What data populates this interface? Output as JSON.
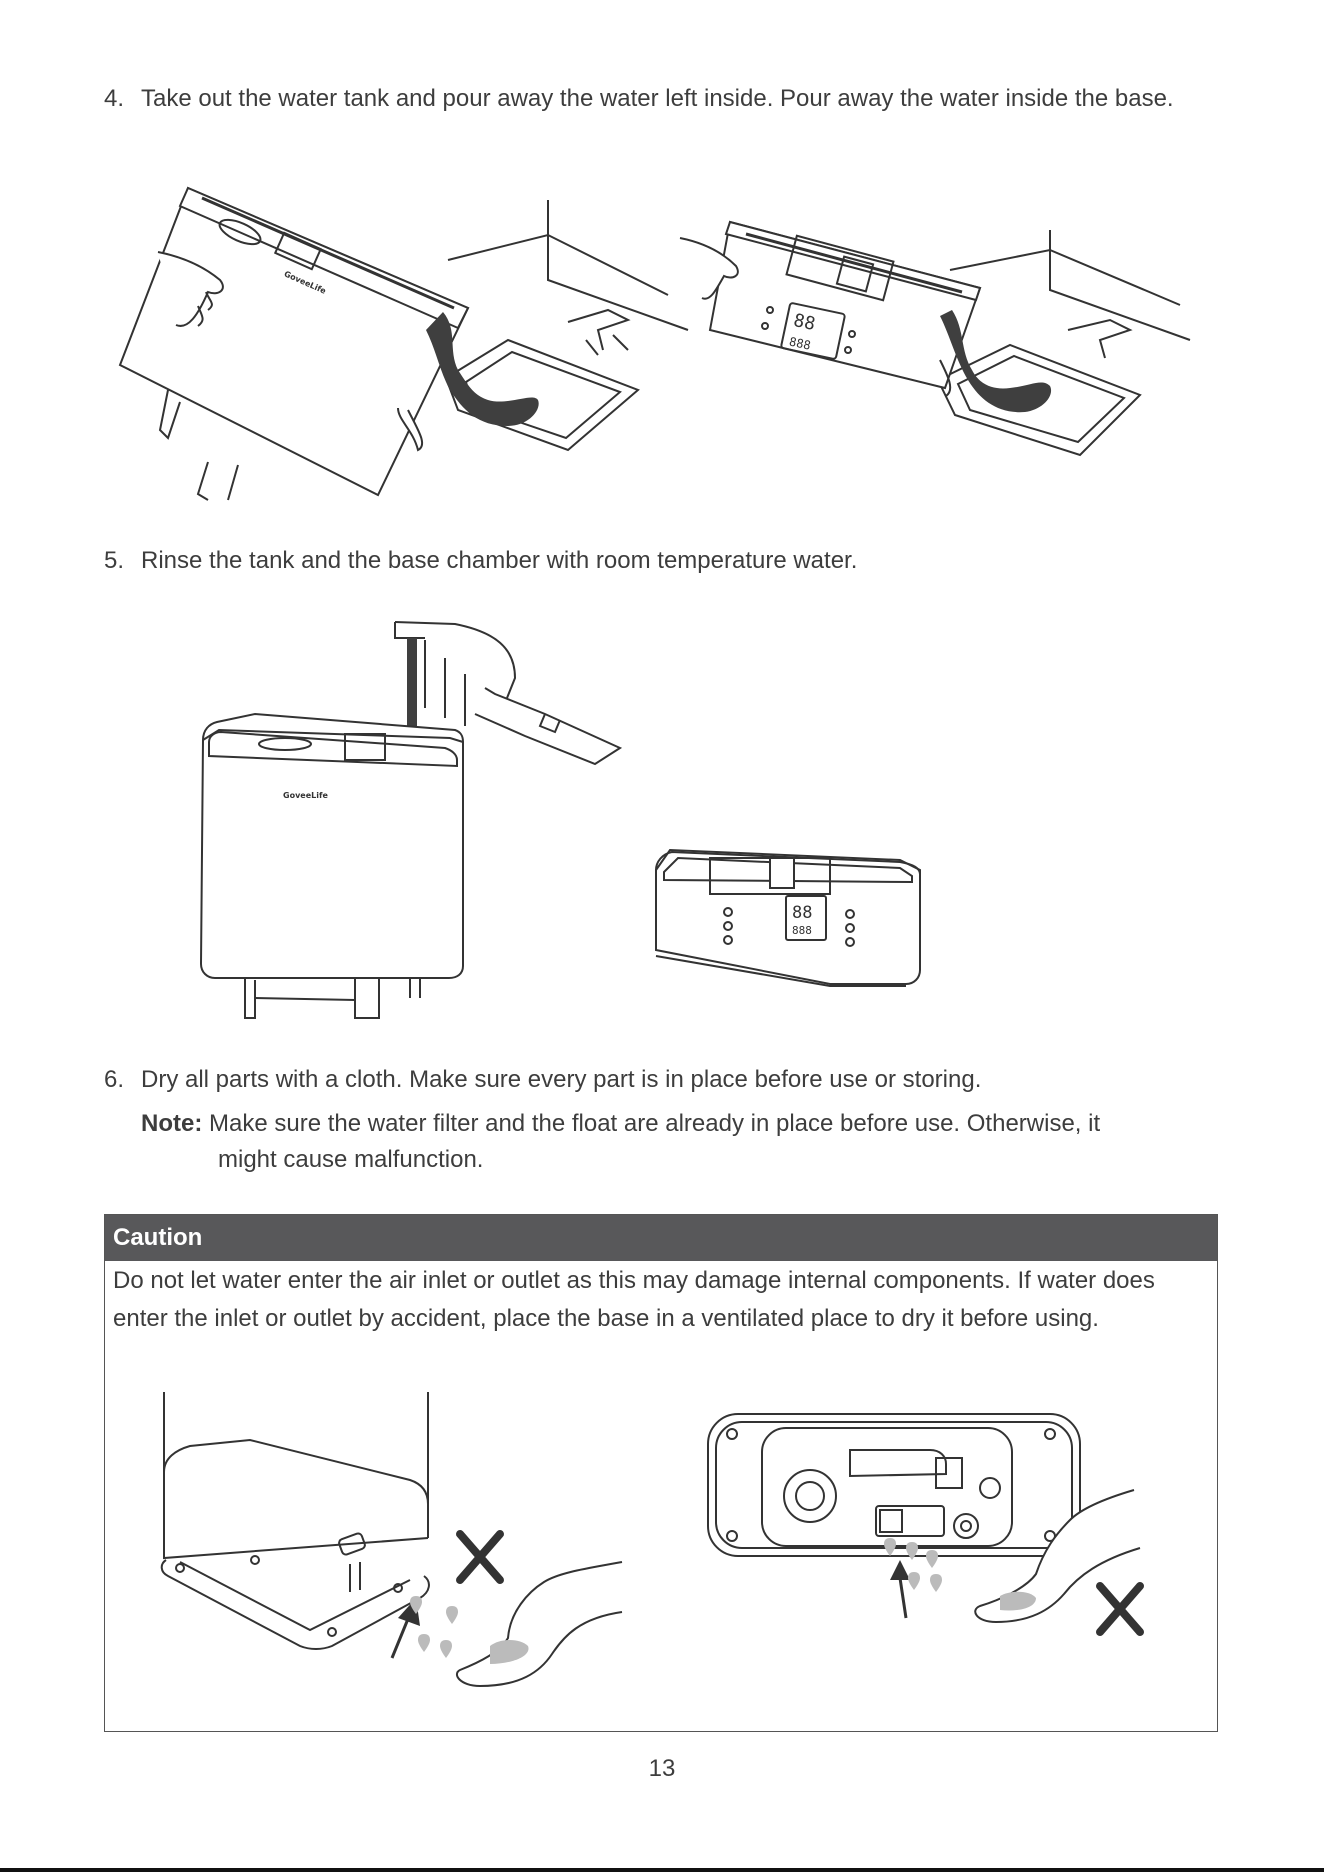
{
  "steps": [
    {
      "number": "4.",
      "text": "Take out the water tank and pour away the water left inside. Pour away the water inside the base."
    },
    {
      "number": "5.",
      "text": "Rinse the tank and the base chamber with room temperature water."
    },
    {
      "number": "6.",
      "text": "Dry all parts with a cloth. Make sure every part is in place before use or storing."
    }
  ],
  "note": {
    "label": "Note:",
    "line1": "Make sure the water filter and the float are already in place before use. Otherwise, it",
    "line2": "might cause malfunction."
  },
  "caution": {
    "title": "Caution",
    "text": "Do not let water enter the air inlet or outlet as this may damage internal components. If water does enter the inlet or outlet by accident, place the base in a ventilated place to dry it before using."
  },
  "brand_logo": "GoveeLife",
  "display_digits": {
    "top": "88",
    "bottom": "888"
  },
  "page_number": "13",
  "colors": {
    "text": "#3d3d3d",
    "caution_header": "#58585a",
    "water": "#3f3f3f",
    "line": "#333333"
  },
  "icons": [
    "x-mark-icon",
    "arrow-icon",
    "water-drop-icon"
  ]
}
